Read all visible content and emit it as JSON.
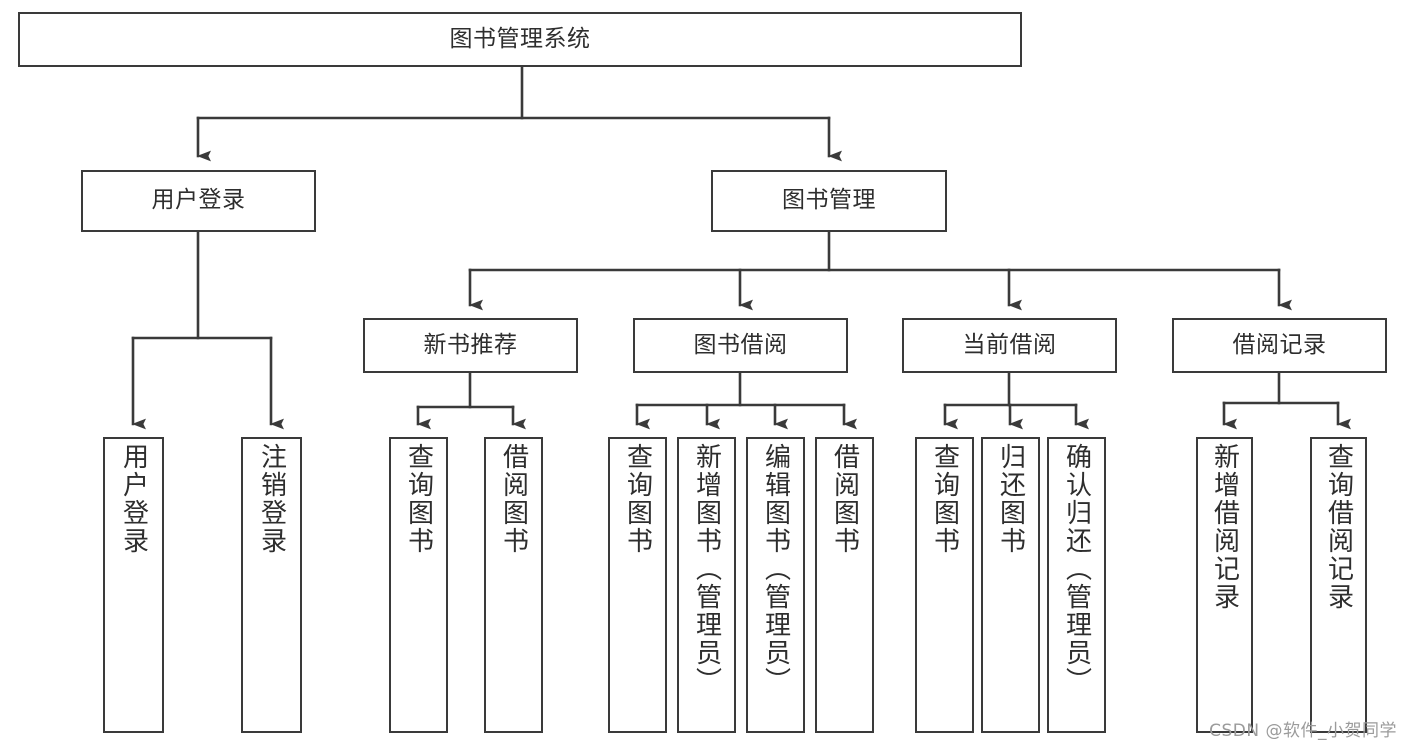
{
  "diagram": {
    "title": "图书管理系统",
    "type": "功能结构图",
    "watermark": "CSDN @软件_小贺同学",
    "colors": {
      "stroke": "#3a3a3a",
      "text": "#2e2e2e",
      "background": "#ffffff",
      "watermark": "#9b9b9b"
    },
    "nodes": {
      "root": {
        "label": "图书管理系统"
      },
      "level2": [
        {
          "id": "user-login",
          "label": "用户登录"
        },
        {
          "id": "book-manage",
          "label": "图书管理"
        }
      ],
      "level3": [
        {
          "id": "new-book-recommend",
          "label": "新书推荐"
        },
        {
          "id": "book-borrow",
          "label": "图书借阅"
        },
        {
          "id": "current-borrow",
          "label": "当前借阅"
        },
        {
          "id": "borrow-record",
          "label": "借阅记录"
        }
      ],
      "leaves": {
        "user_login": [
          {
            "id": "leaf-user-login",
            "label": "用户登录"
          },
          {
            "id": "leaf-logout-login",
            "label": "注销登录"
          }
        ],
        "new_book_recommend": [
          {
            "id": "leaf-query-book-1",
            "label": "查询图书"
          },
          {
            "id": "leaf-borrow-book-1",
            "label": "借阅图书"
          }
        ],
        "book_borrow": [
          {
            "id": "leaf-query-book-2",
            "label": "查询图书"
          },
          {
            "id": "leaf-add-book",
            "label": "新增图书（管理员）"
          },
          {
            "id": "leaf-edit-book",
            "label": "编辑图书（管理员）"
          },
          {
            "id": "leaf-borrow-book-2",
            "label": "借阅图书"
          }
        ],
        "current_borrow": [
          {
            "id": "leaf-query-book-3",
            "label": "查询图书"
          },
          {
            "id": "leaf-return-book",
            "label": "归还图书"
          },
          {
            "id": "leaf-confirm-return",
            "label": "确认归还（管理员）"
          }
        ],
        "borrow_record": [
          {
            "id": "leaf-add-record",
            "label": "新增借阅记录"
          },
          {
            "id": "leaf-query-record",
            "label": "查询借阅记录"
          }
        ]
      }
    }
  }
}
